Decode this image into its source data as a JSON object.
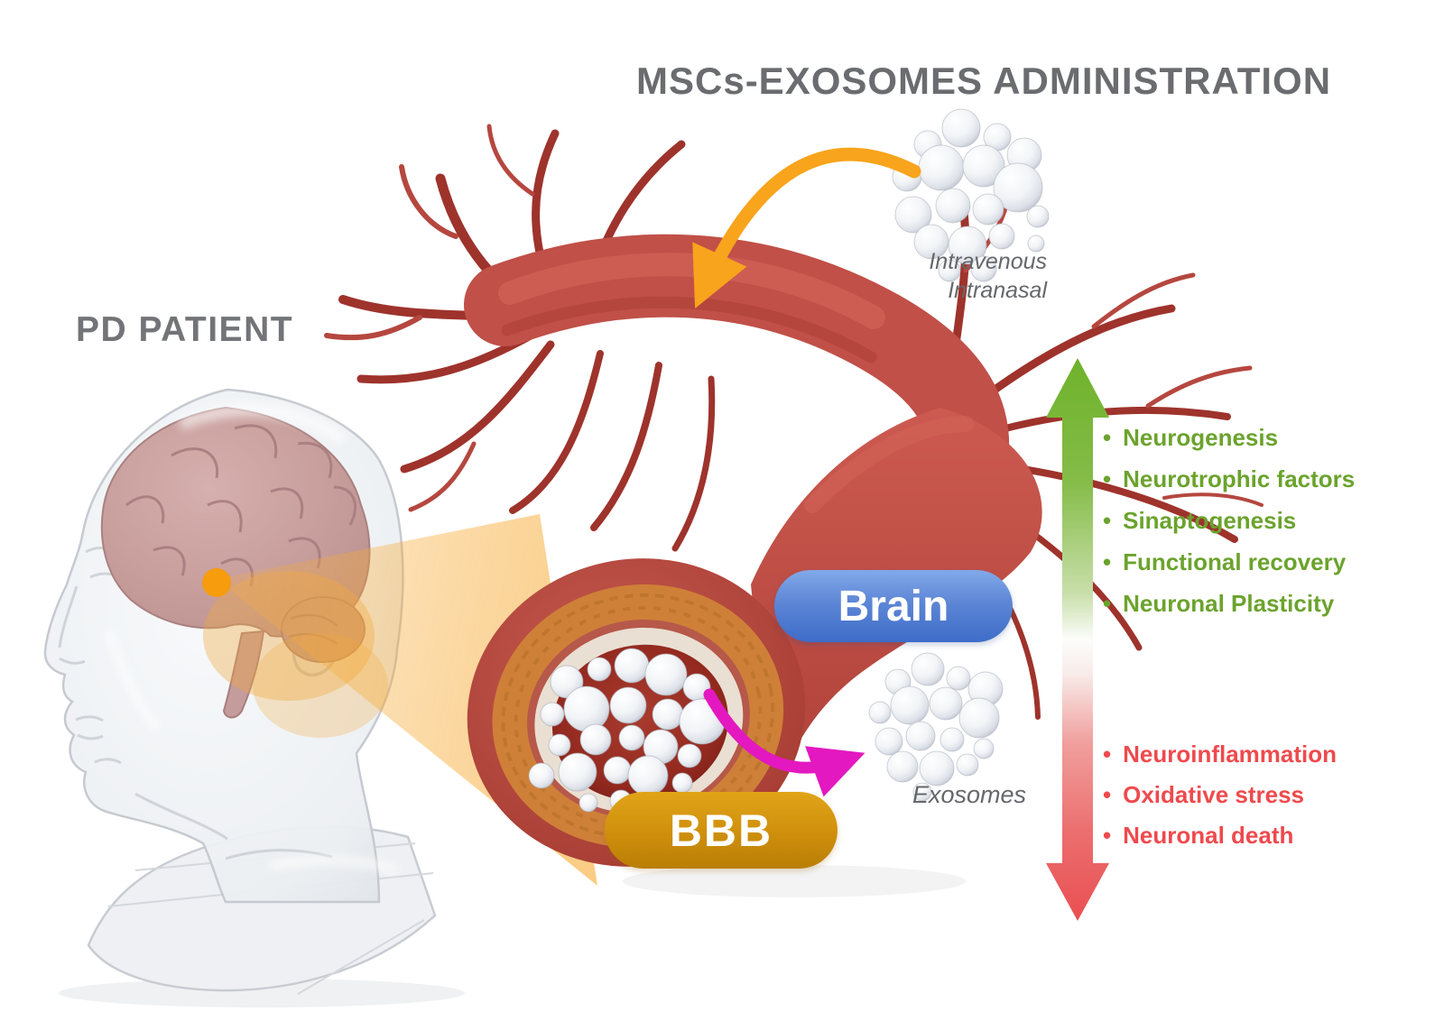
{
  "title": "MSCs-EXOSOMES ADMINISTRATION",
  "patient": {
    "label": "PD PATIENT"
  },
  "administration": {
    "routes": [
      "Intravenous",
      "Intranasal"
    ],
    "target_label": "Brain",
    "barrier_label": "BBB",
    "particles_label": "Exosomes"
  },
  "effects": {
    "increased": [
      "Neurogenesis",
      "Neurotrophic factors",
      "Sinaptogenesis",
      "Functional recovery",
      "Neuronal Plasticity"
    ],
    "decreased": [
      "Neuroinflammation",
      "Oxidative stress",
      "Neuronal death"
    ]
  },
  "colors": {
    "title_gray": "#6b6c6f",
    "increase_green": "#6ba32d",
    "decrease_red": "#ee4a4d",
    "brain_pill_blue": "#3e6cc8",
    "bbb_pill_orange": "#cf8f0c",
    "administration_arrow_orange": "#f8a41c",
    "exosome_arrow_magenta": "#e318c0",
    "highlight_cone_orange": "#f6a321",
    "artery_red": "#c05048"
  }
}
